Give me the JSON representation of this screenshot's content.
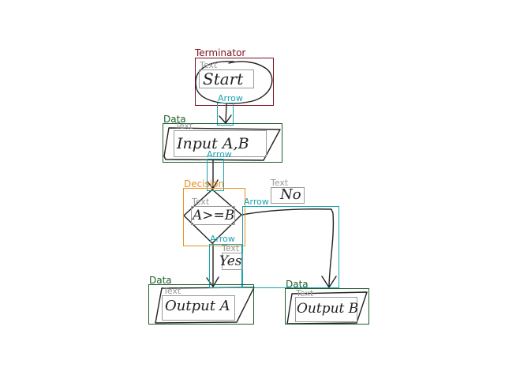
{
  "colors": {
    "terminator": "#7a1020",
    "data": "#1d5e2a",
    "decision": "#e8911f",
    "arrow": "#1aa3b0",
    "text": "#9a9a9a",
    "ink": "#222222"
  },
  "labels": {
    "terminator": "Terminator",
    "data": "Data",
    "decision": "Decision",
    "arrow": "Arrow",
    "text": "Text"
  },
  "nodes": {
    "start": "Start",
    "input": "Input A,B",
    "decision": "A>=B",
    "output_a": "Output A",
    "output_b": "Output B"
  },
  "edge_text": {
    "no": "No",
    "yes": "Yes"
  }
}
